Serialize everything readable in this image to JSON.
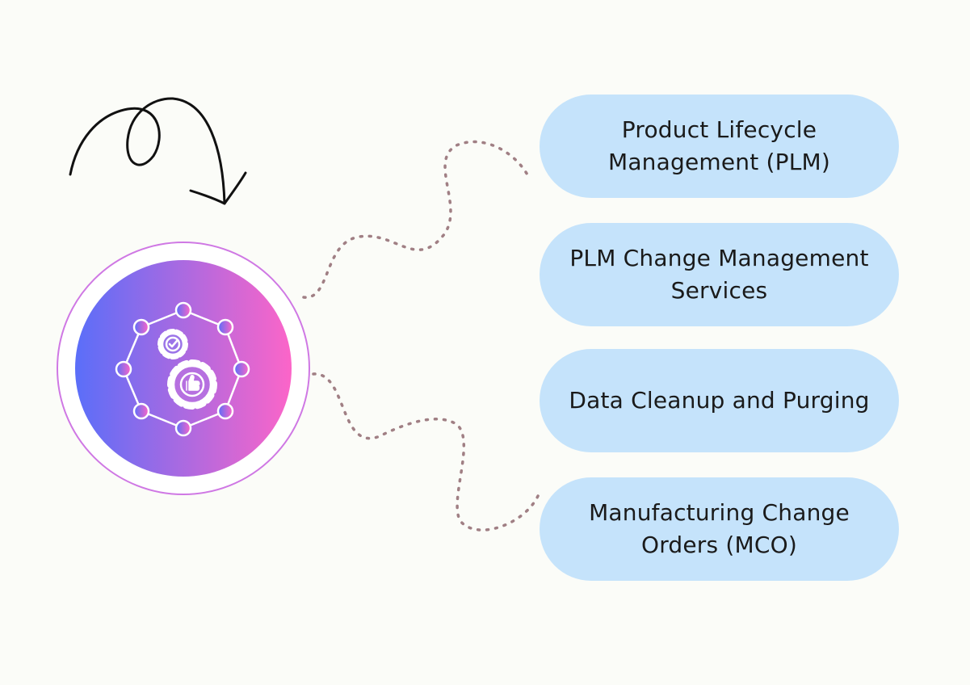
{
  "colors": {
    "background": "#fbfcf8",
    "pill_fill": "#c5e3fb",
    "connector": "#a07f84",
    "ring": "#cf78e4",
    "gradient_start": "#5a6ef9",
    "gradient_end": "#fc65c8",
    "icon_stroke": "#ffffff",
    "arrow": "#111111"
  },
  "icons": {
    "arrow": "hand-drawn-loop-arrow-icon",
    "hub": "gear-network-icon"
  },
  "items": [
    {
      "label": "Product Lifecycle\nManagement (PLM)"
    },
    {
      "label": "PLM Change Management\nServices"
    },
    {
      "label": "Data Cleanup and Purging"
    },
    {
      "label": "Manufacturing Change\nOrders (MCO)"
    }
  ]
}
